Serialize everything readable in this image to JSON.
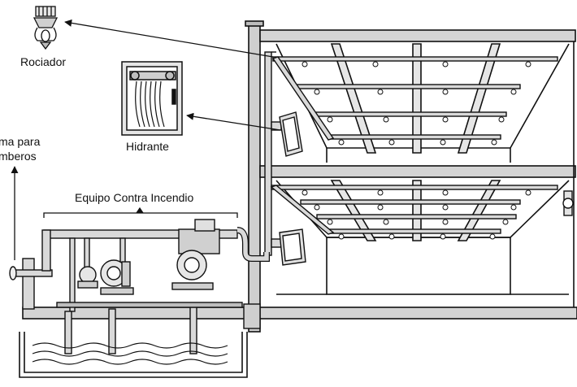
{
  "labels": {
    "rociador": "Rociador",
    "hidrante": "Hidrante",
    "toma_line1": "ma para",
    "toma_line2": "mberos",
    "equipo": "Equipo Contra Incendio"
  },
  "colors": {
    "stroke": "#111111",
    "pipe_fill": "#d9d9d9",
    "wall_fill": "#cfcfcf",
    "floor_fill": "#d4d4d4",
    "background": "#ffffff"
  },
  "icons": {
    "sprinkler": "sprinkler-head-icon",
    "hydrant": "hose-cabinet-icon",
    "pump": "pump-icon"
  }
}
